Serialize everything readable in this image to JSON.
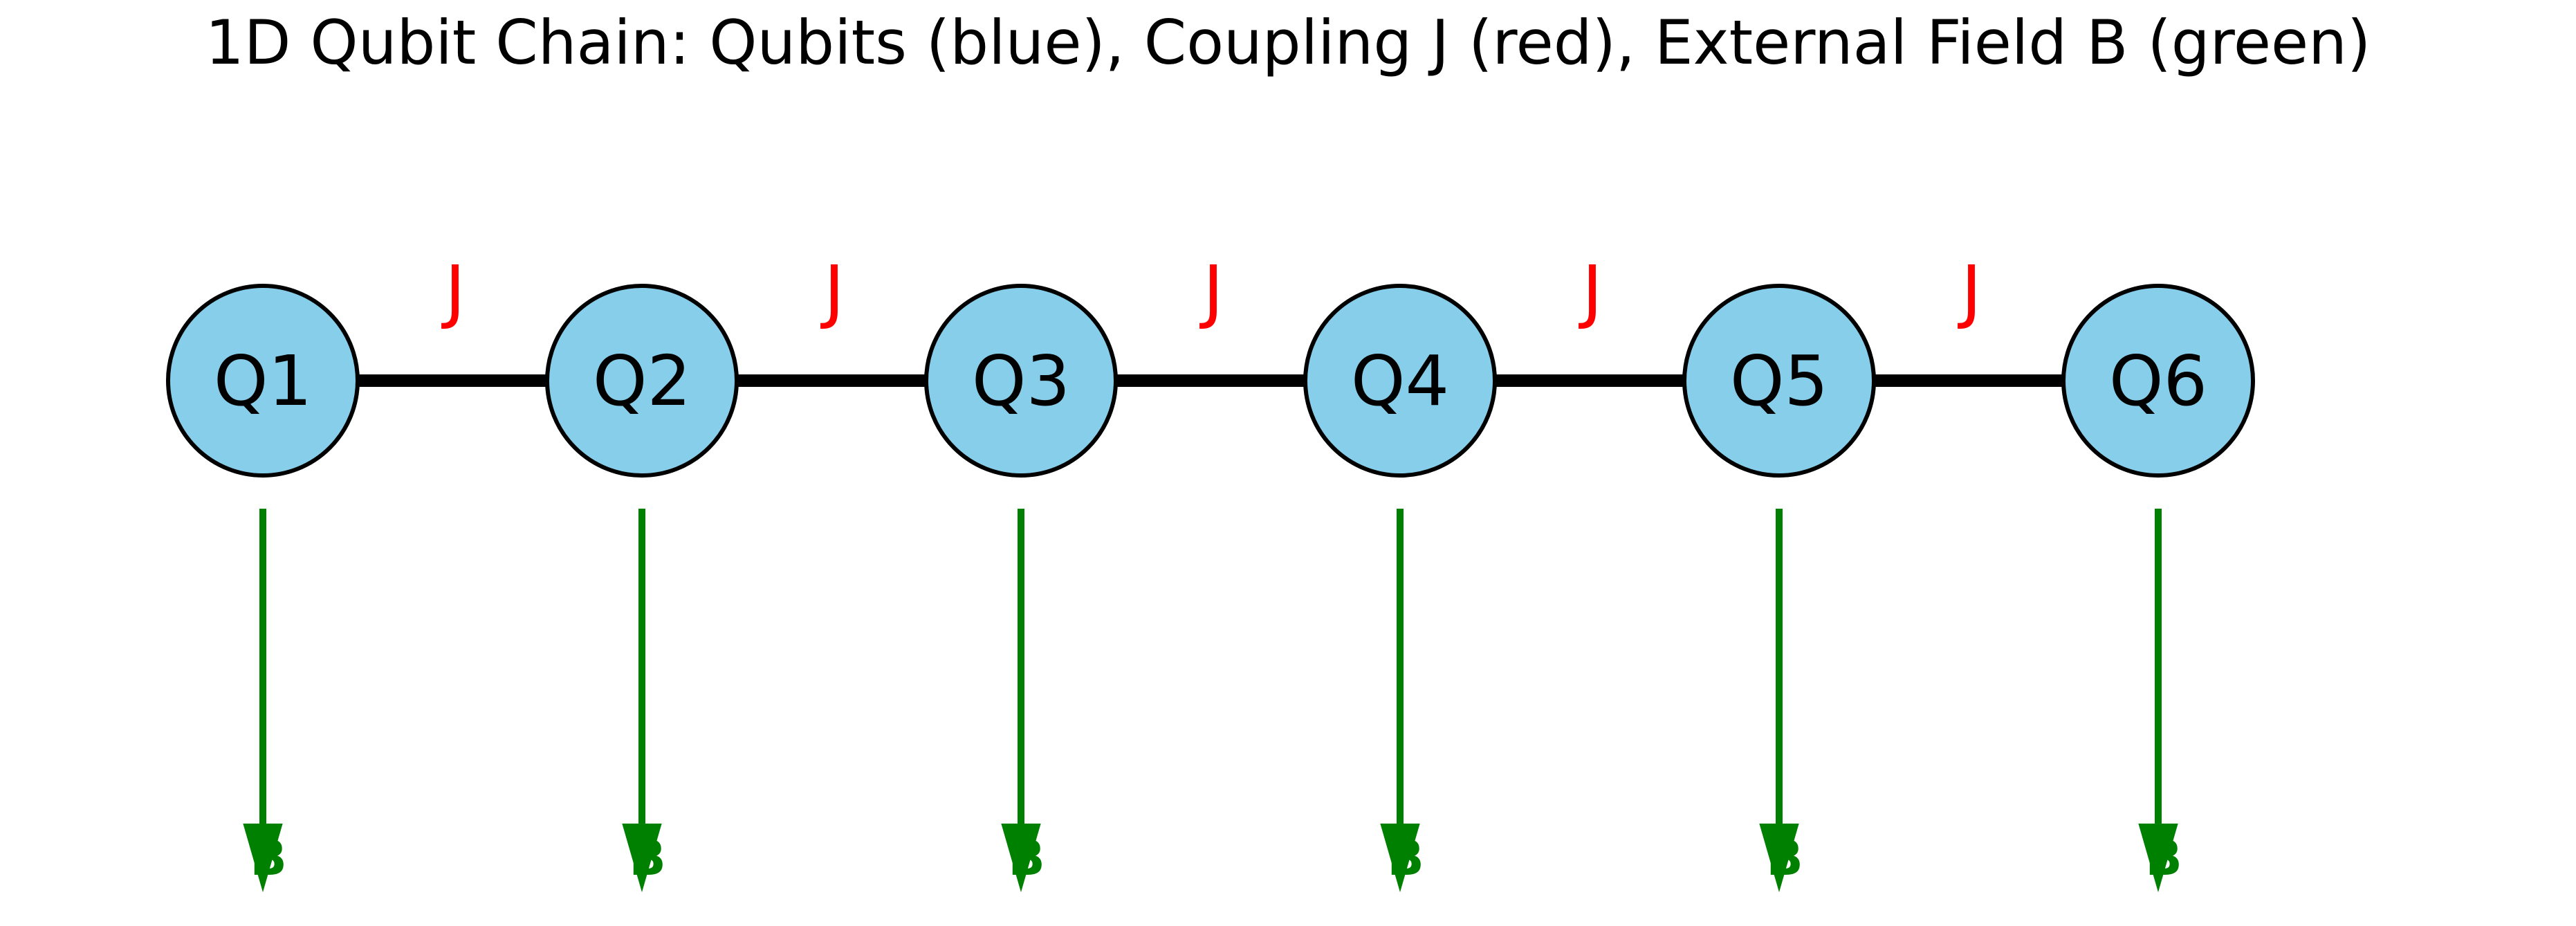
{
  "diagram": {
    "title": "1D Qubit Chain: Qubits (blue), Coupling J (red), External Field B (green)",
    "qubits": [
      {
        "label": "Q1"
      },
      {
        "label": "Q2"
      },
      {
        "label": "Q3"
      },
      {
        "label": "Q4"
      },
      {
        "label": "Q5"
      },
      {
        "label": "Q6"
      }
    ],
    "couplings": [
      {
        "label": "J"
      },
      {
        "label": "J"
      },
      {
        "label": "J"
      },
      {
        "label": "J"
      },
      {
        "label": "J"
      }
    ],
    "fields": [
      {
        "label": "B"
      },
      {
        "label": "B"
      },
      {
        "label": "B"
      },
      {
        "label": "B"
      },
      {
        "label": "B"
      },
      {
        "label": "B"
      }
    ],
    "colors": {
      "qubit_fill": "#87ceeb",
      "qubit_stroke": "#000000",
      "bond": "#000000",
      "coupling": "#ff0000",
      "field": "#008000"
    }
  }
}
